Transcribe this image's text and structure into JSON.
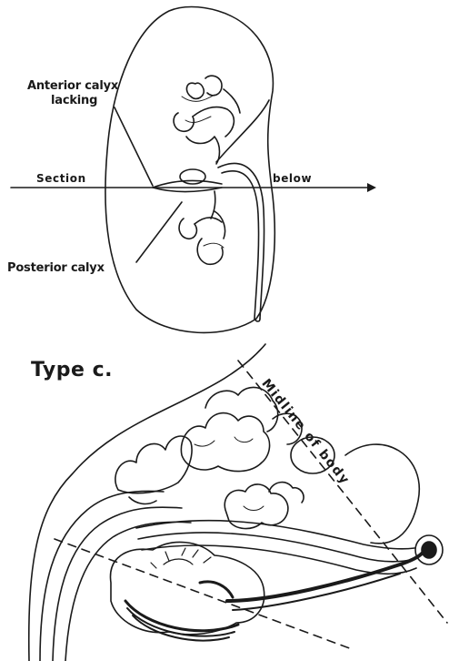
{
  "labels": {
    "anterior_line1": "Anterior calyx",
    "anterior_line2": "lacking",
    "section": "Section",
    "below": "below",
    "posterior": "Posterior calyx",
    "type_heading": "Type c.",
    "midline": "Midline of body"
  },
  "colors": {
    "ink": "#1a1a1a",
    "paper": "#ffffff"
  }
}
